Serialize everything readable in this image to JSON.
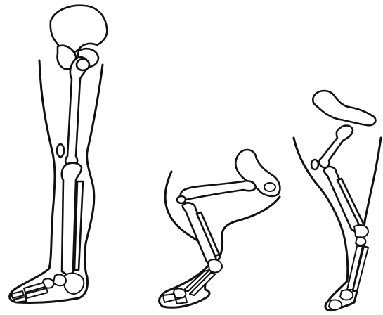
{
  "figure": {
    "panels": [
      {
        "subject": "human-leg",
        "stance": "plantigrade"
      },
      {
        "subject": "bent-leg",
        "stance": "semi-digitigrade"
      },
      {
        "subject": "hind-limb",
        "stance": "digitigrade"
      }
    ],
    "colors": {
      "ink": "#111111",
      "background": "#ffffff"
    }
  }
}
